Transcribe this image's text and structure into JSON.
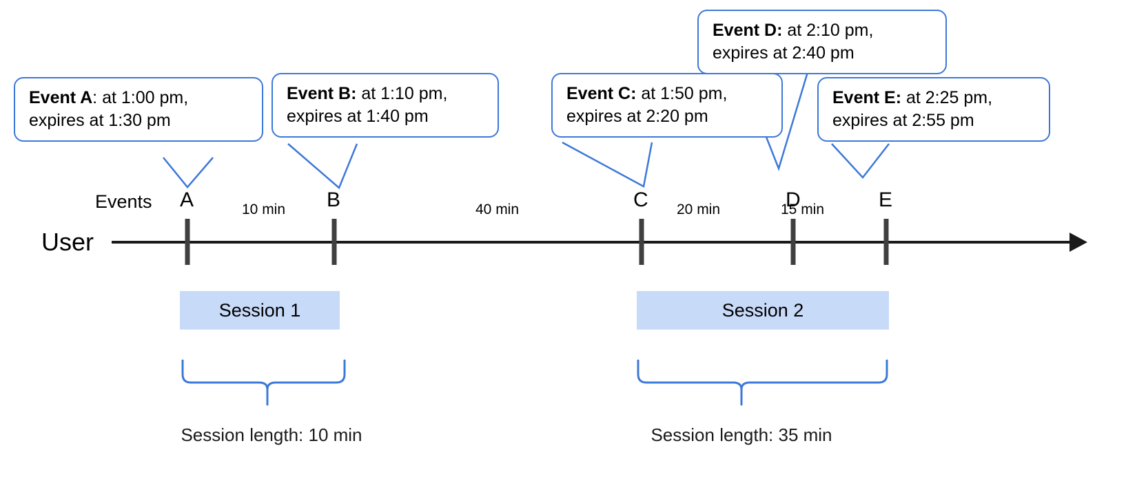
{
  "diagram": {
    "title_row_label": "Events",
    "lane_label": "User",
    "accent_color": "#3c78d8",
    "session_fill_color": "#c7daf8",
    "axis_color": "#1a1a1a",
    "marker_color": "#3f3f3f"
  },
  "callouts": [
    {
      "id": "A",
      "lead": "Event A",
      "sep": ": ",
      "line1": "at 1:00 pm,",
      "line2": "expires at 1:30 pm"
    },
    {
      "id": "B",
      "lead": "Event B:",
      "sep": " ",
      "line1": "at 1:10 pm,",
      "line2": "expires at 1:40 pm"
    },
    {
      "id": "C",
      "lead": "Event C:",
      "sep": " ",
      "line1": "at 1:50 pm,",
      "line2": "expires at 2:20 pm"
    },
    {
      "id": "D",
      "lead": "Event D:",
      "sep": " ",
      "line1": "at 2:10 pm,",
      "line2": "expires at 2:40 pm"
    },
    {
      "id": "E",
      "lead": "Event E:",
      "sep": " ",
      "line1": "at 2:25 pm,",
      "line2": "expires at 2:55 pm"
    }
  ],
  "events": [
    {
      "letter": "A",
      "time": "1:00 pm",
      "expires": "1:30 pm"
    },
    {
      "letter": "B",
      "time": "1:10 pm",
      "expires": "1:40 pm"
    },
    {
      "letter": "C",
      "time": "1:50 pm",
      "expires": "2:20 pm"
    },
    {
      "letter": "D",
      "time": "2:10 pm",
      "expires": "2:40 pm"
    },
    {
      "letter": "E",
      "time": "2:25 pm",
      "expires": "2:55 pm"
    }
  ],
  "gaps": [
    {
      "between": "A-B",
      "label": "10 min"
    },
    {
      "between": "B-C",
      "label": "40 min"
    },
    {
      "between": "C-D",
      "label": "20 min"
    },
    {
      "between": "D-E",
      "label": "15 min"
    }
  ],
  "sessions": [
    {
      "name": "Session 1",
      "length_label": "Session length: 10 min"
    },
    {
      "name": "Session 2",
      "length_label": "Session length: 35 min"
    }
  ]
}
